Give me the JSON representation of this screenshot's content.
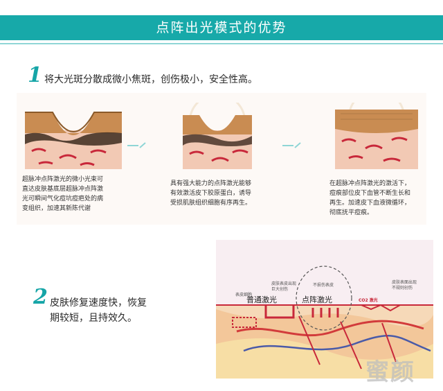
{
  "header": {
    "title": "点阵出光模式的优势"
  },
  "point1": {
    "number": "1",
    "text": "将大光斑分散成微小焦斑，创伤极小，安全性高。",
    "stages": [
      {
        "lines": [
          "超脉冲点阵激光的微小光束可",
          "直达皮肤基底层超脉冲点阵激",
          "光可瞬间气化痘坑痘疤处的病",
          "变组织，加速其新陈代谢"
        ]
      },
      {
        "lines": [
          "具有强大能力的点阵激光能够",
          "有效激活皮下胶原蛋白，诱导",
          "受损肌肤组织细胞有序再生。"
        ]
      },
      {
        "lines": [
          "在超脉冲点阵激光的激活下，",
          "痘痕部位皮下血管不断生长和",
          "再生。加速皮下血液微循环，",
          "彻底抚平痘痕。"
        ]
      }
    ]
  },
  "point2": {
    "number": "2",
    "line1": "皮肤修复速度快，恢复",
    "line2": "期较短，且持效久。"
  },
  "diagram": {
    "label_normal": "普通激光",
    "label_fractional": "点阵激光",
    "label_co2": "CO2 激光",
    "small_1": "表皮细胞",
    "small_2_a": "皮肤表皮出现",
    "small_2_b": "巨大创伤",
    "small_3": "不损伤表皮",
    "small_4_a": "皮肤表面出现",
    "small_4_b": "不规则创伤"
  },
  "watermark": "蜜颜",
  "colors": {
    "accent": "#17a9a9",
    "number": "#16a5a7"
  }
}
